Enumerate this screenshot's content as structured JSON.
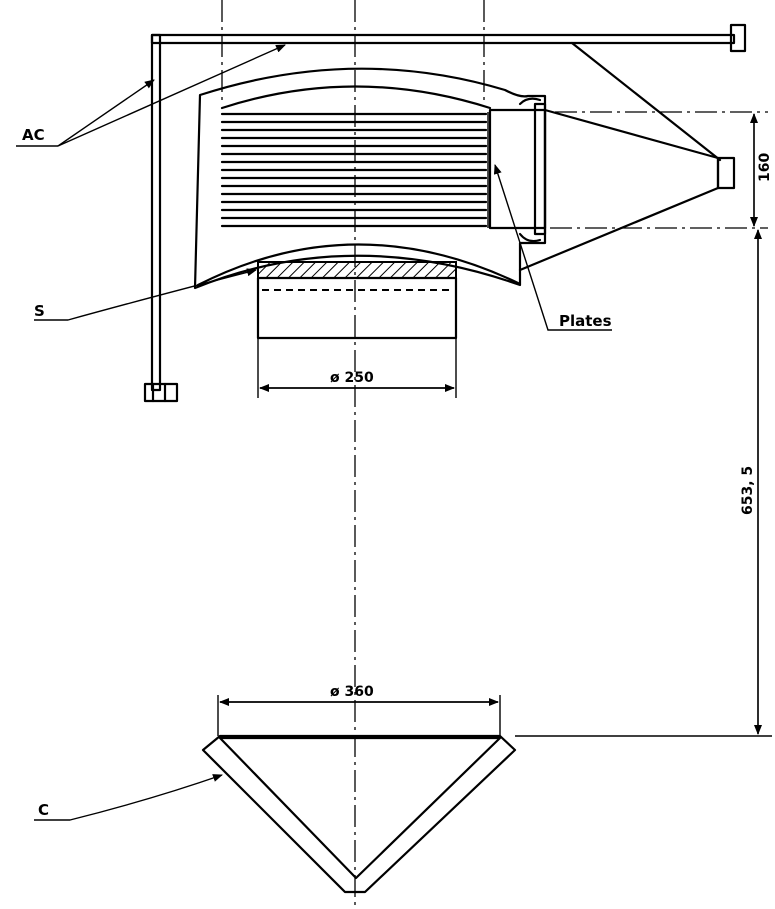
{
  "labels": {
    "ac": "AC",
    "s": "S",
    "plates": "Plates",
    "c": "C"
  },
  "dimensions": {
    "upper_diameter": "ø  250",
    "lower_diameter": "ø  360",
    "vertical_distance": "653, 5",
    "nozzle_height": "160"
  },
  "colors": {
    "ink": "#000000",
    "paper": "#ffffff"
  }
}
